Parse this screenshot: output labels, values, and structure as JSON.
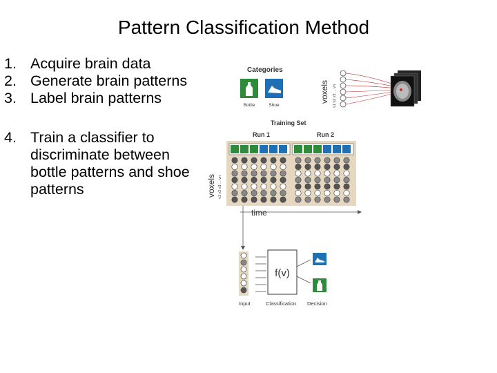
{
  "title": "Pattern Classification Method",
  "steps": [
    {
      "num": "1.",
      "text": "Acquire brain data"
    },
    {
      "num": "2.",
      "text": "Generate brain patterns"
    },
    {
      "num": "3.",
      "text": "Label brain patterns"
    },
    {
      "num": "4.",
      "text": "Train a classifier to discriminate between bottle patterns and shoe patterns"
    }
  ],
  "figure": {
    "categories_label": "Categories",
    "category_bottle": "Bottle",
    "category_shoe": "Shoe",
    "voxels_label": "voxels",
    "voxel_ticks": "v1 v2 v3 ... vn",
    "training_set_label": "Training Set",
    "run1_label": "Run 1",
    "run2_label": "Run 2",
    "time_label": "time",
    "function_label": "f(v)",
    "input_label": "Input",
    "classification_label": "Classification",
    "decision_label": "Decision",
    "colors": {
      "panel_bg": "#e6d8c0",
      "bottle_green": "#2e8b3a",
      "shoe_blue": "#1f6fb5",
      "dark_voxel": "#555555",
      "light_voxel": "#ffffff",
      "red_line": "#c03030"
    }
  }
}
